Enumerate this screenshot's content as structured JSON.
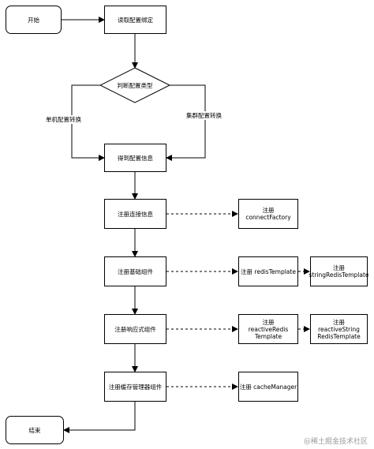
{
  "nodes": {
    "start": "开始",
    "read_config": "读取配置绑定",
    "judge_type": "判断配置类型",
    "get_config": "得到配置信息",
    "register_connection": "注册连接信息",
    "register_basic": "注册基础组件",
    "register_reactive": "注册响应式组件",
    "register_cache": "注册缓存管理器组件",
    "end": "结束",
    "connect_factory": "注册 connectFactory",
    "redis_template": "注册 redisTemplate",
    "string_redis_template": "注册\nstringRedisTemplate",
    "reactive_redis_template": "注册\nreactiveRedis\nTemplate",
    "reactive_string_redis_template": "注册\nreactiveString\nRedisTemplate",
    "cache_manager": "注册 cacheManager"
  },
  "edge_labels": {
    "single": "单机配置转换",
    "cluster": "集群配置转换"
  },
  "watermark": "@稀土掘金技术社区"
}
